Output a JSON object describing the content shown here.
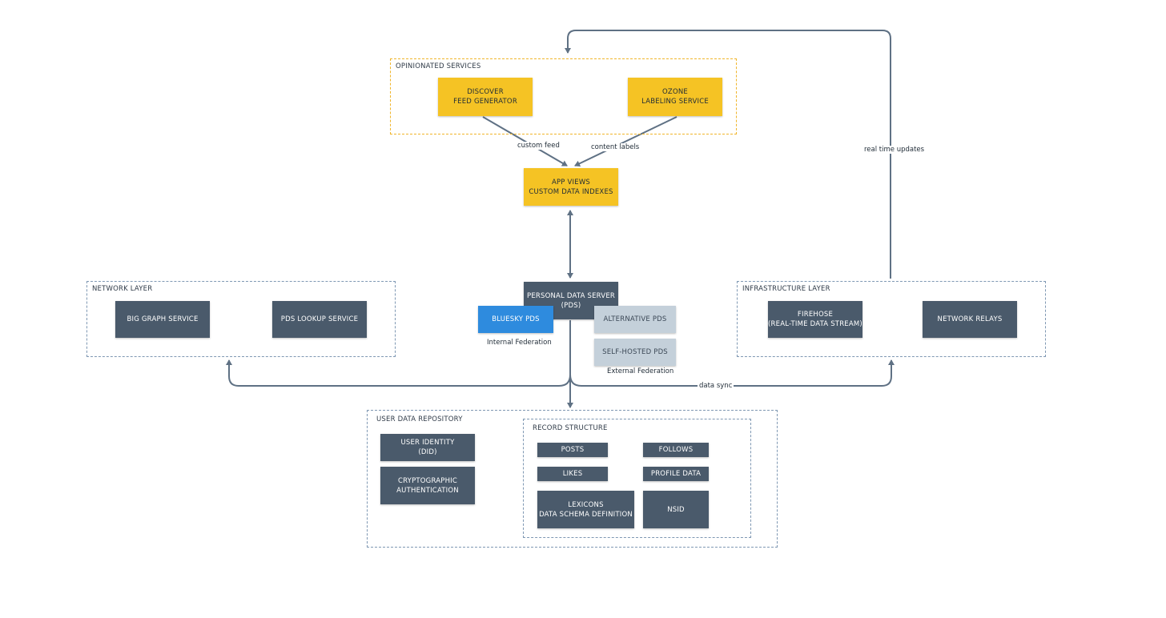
{
  "groups": {
    "opinionated": "OPINIONATED SERVICES",
    "network": "NETWORK LAYER",
    "infrastructure": "INFRASTRUCTURE LAYER",
    "repository": "USER DATA REPOSITORY",
    "record": "RECORD STRUCTURE"
  },
  "nodes": {
    "discover": "DISCOVER\nFEED GENERATOR",
    "ozone": "OZONE\nLABELING SERVICE",
    "appviews": "APP VIEWS\nCUSTOM DATA INDEXES",
    "pds": "PERSONAL DATA SERVER\n(PDS)",
    "bluesky_pds": "BLUESKY PDS",
    "alternative_pds": "ALTERNATIVE PDS",
    "self_hosted_pds": "SELF-HOSTED PDS",
    "big_graph": "BIG GRAPH SERVICE",
    "pds_lookup": "PDS LOOKUP SERVICE",
    "firehose": "FIREHOSE\n(REAL-TIME DATA STREAM)",
    "network_relays": "NETWORK RELAYS",
    "user_identity": "USER IDENTITY\n(DID)",
    "crypto_auth": "CRYPTOGRAPHIC\nAUTHENTICATION",
    "posts": "POSTS",
    "follows": "FOLLOWS",
    "likes": "LIKES",
    "profile_data": "PROFILE DATA",
    "lexicons": "LEXICONS\nDATA SCHEMA DEFINITION",
    "nsid": "NSID"
  },
  "edge_labels": {
    "custom_feed": "custom feed",
    "content_labels": "content labels",
    "real_time_updates": "real time updates",
    "data_sync": "data sync",
    "internal_federation": "Internal Federation",
    "external_federation": "External Federation"
  },
  "colors": {
    "dark_node": "#4a5a6b",
    "gold_node": "#f5c324",
    "blue_node": "#2e8bde",
    "grey_node": "#c4d0da",
    "edge": "#5f7184",
    "group_border": "#7f98b3",
    "yellow_border": "#f0b52a"
  }
}
